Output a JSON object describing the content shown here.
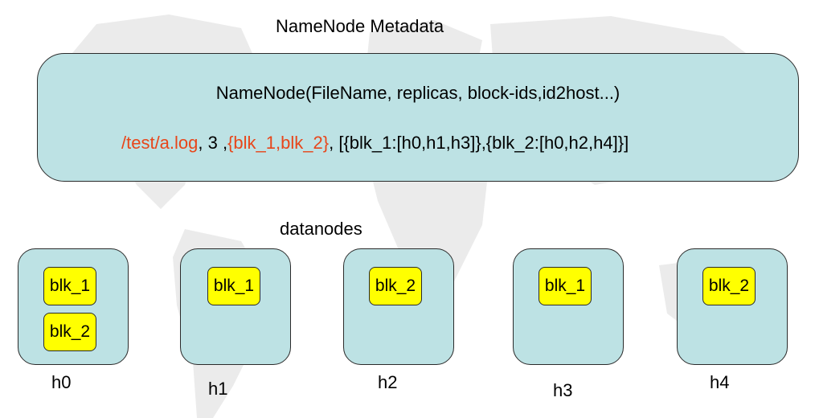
{
  "title": "NameNode Metadata",
  "namenode": {
    "schema": "NameNode(FileName, replicas, block-ids,id2host...)",
    "filename": "/test/a.log",
    "sep1": ", 3 ,",
    "block_ids": "{blk_1,blk_2}",
    "sep2": ", ",
    "id2host": "[{blk_1:[h0,h1,h3]},{blk_2:[h0,h2,h4]}]"
  },
  "datanodes_label": "datanodes",
  "datanodes": [
    {
      "host": "h0",
      "blocks": [
        "blk_1",
        "blk_2"
      ]
    },
    {
      "host": "h1",
      "blocks": [
        "blk_1"
      ]
    },
    {
      "host": "h2",
      "blocks": [
        "blk_2"
      ]
    },
    {
      "host": "h3",
      "blocks": [
        "blk_1"
      ]
    },
    {
      "host": "h4",
      "blocks": [
        "blk_2"
      ]
    }
  ],
  "colors": {
    "box_fill": "#bde2e4",
    "block_fill": "#ffff00",
    "highlight_text": "#e8461a"
  }
}
